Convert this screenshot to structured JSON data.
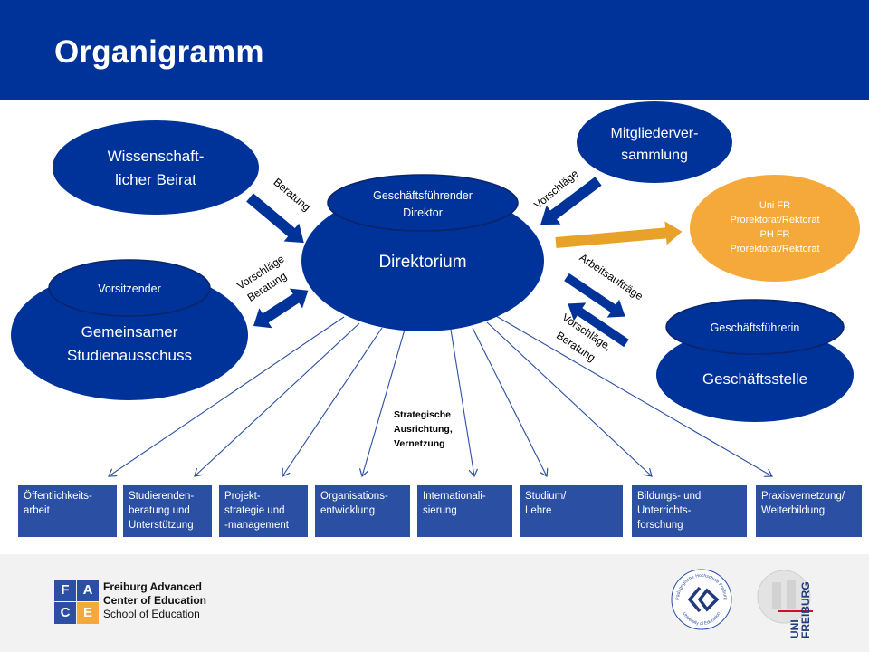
{
  "header": {
    "title": "Organigramm"
  },
  "colors": {
    "primary": "#003399",
    "node": "#003399",
    "box": "#2b4fa3",
    "accent": "#f5a93a",
    "background": "#ffffff",
    "footer": "#f2f2f2"
  },
  "nodes": {
    "beirat": {
      "lines": [
        "Wissenschaft-",
        "licher Beirat"
      ]
    },
    "mitglieder": {
      "lines": [
        "Mitgliederver-",
        "sammlung"
      ]
    },
    "direktorium": {
      "label": "Direktorium",
      "cap": [
        "Geschäftsführender",
        "Direktor"
      ]
    },
    "studienausschuss": {
      "lines": [
        "Gemeinsamer",
        "Studienausschuss"
      ],
      "cap": "Vorsitzender"
    },
    "rektorat": {
      "lines": [
        "Uni FR",
        "Prorektorat/Rektorat",
        "PH FR",
        "Prorektorat/Rektorat"
      ]
    },
    "geschaeftsstelle": {
      "label": "Geschäftsstelle",
      "cap": "Geschäftsführerin"
    }
  },
  "edge_labels": {
    "beratung": "Beratung",
    "vorschlaege_beratung": [
      "Vorschläge",
      "Beratung"
    ],
    "vorschlaege": "Vorschläge",
    "arbeitsauftraege": "Arbeitsaufträge",
    "vorschlaege_beratung_2": [
      "Vorschläge,",
      "Beratung"
    ],
    "strategie": [
      "Strategische",
      "Ausrichtung,",
      "Vernetzung"
    ]
  },
  "areas": [
    {
      "lines": [
        "Öffentlichkeits-",
        "arbeit"
      ]
    },
    {
      "lines": [
        "Studierenden-",
        "beratung und",
        "Unterstützung"
      ]
    },
    {
      "lines": [
        "Projekt-",
        "strategie und",
        "-management"
      ]
    },
    {
      "lines": [
        "Organisations-",
        "entwicklung"
      ]
    },
    {
      "lines": [
        "Internationali-",
        "sierung"
      ]
    },
    {
      "lines": [
        "Studium/",
        "Lehre"
      ]
    },
    {
      "lines": [
        "Bildungs- und",
        "Unterrichts-",
        "forschung"
      ]
    },
    {
      "lines": [
        "Praxisvernetzung/",
        "Weiterbildung"
      ]
    }
  ],
  "footer": {
    "face_letters": [
      "F",
      "A",
      "C",
      "E"
    ],
    "face_name_1": "Freiburg Advanced",
    "face_name_2": "Center of Education",
    "face_name_3": "School of Education",
    "ph_seal_top": "Pädagogische Hochschule Freiburg",
    "ph_seal_bottom": "University of Education",
    "uni_logo_1": "UNI",
    "uni_logo_2": "FREIBURG"
  }
}
